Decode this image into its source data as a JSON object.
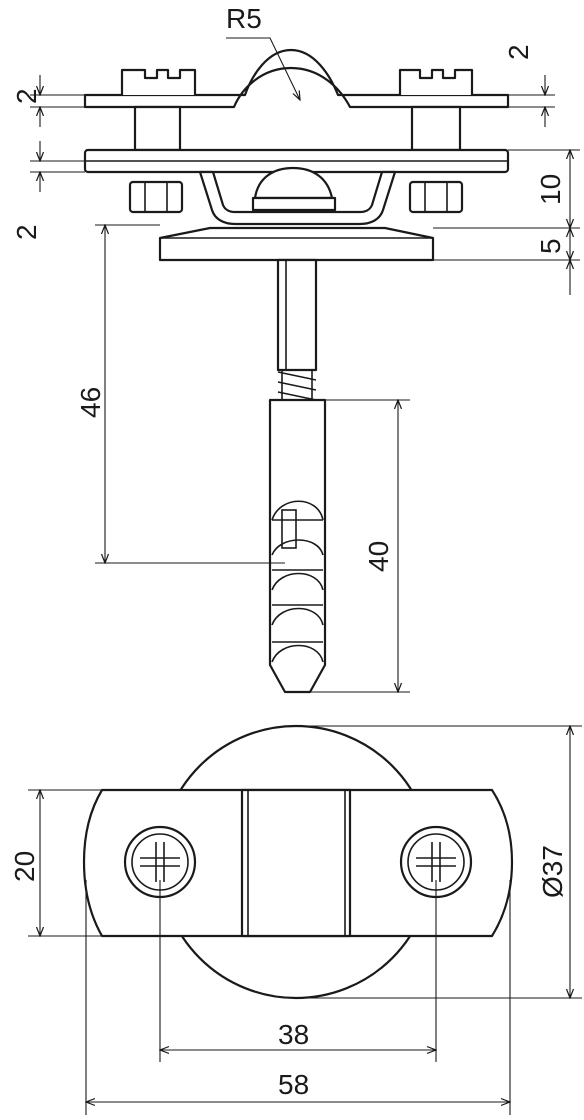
{
  "drawing": {
    "labels": {
      "radius": "R5",
      "top_thickness": "2",
      "upper_gap": "2",
      "lower_gap": "2",
      "clamp_height": "10",
      "plate_thickness": "5",
      "stem_length": "46",
      "anchor_length": "40",
      "width_bottom": "20",
      "disc_diameter": "Ø37",
      "hole_spacing": "38",
      "overall_width": "58"
    },
    "colors": {
      "line": "#1a1a1a",
      "background": "#ffffff"
    }
  }
}
